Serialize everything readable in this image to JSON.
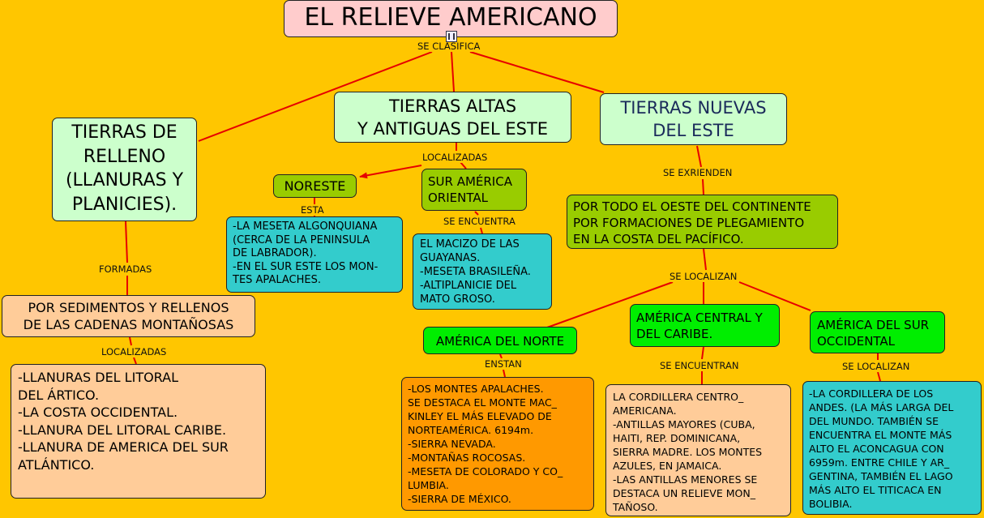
{
  "colors": {
    "background": "#ffc600",
    "title_fill": "#ffcccc",
    "light_green": "#ccffcc",
    "olive": "#99cc00",
    "bright_green": "#00ee00",
    "teal": "#33cccc",
    "peach": "#ffcc99",
    "orange": "#ff9900",
    "link": "#e60000"
  },
  "title": "EL RELIEVE AMERICANO",
  "icon": "map-attachment-icon",
  "connectors": {
    "se_clasifica": "SE CLASIFICA",
    "formadas": "FORMADAS",
    "localizadas_left": "LOCALIZADAS",
    "localizadas_center": "LOCALIZADAS",
    "esta": "ESTA",
    "se_encuentra": "SE ENCUENTRA",
    "se_extienden": "SE EXRIENDEN",
    "se_localizan": "SE LOCALIZAN",
    "enstan": "ENSTAN",
    "se_encuentran": "SE ENCUENTRAN",
    "se_localizan_sur": "SE LOCALIZAN"
  },
  "nodes": {
    "tierras_relleno": "TIERRAS DE\nRELLENO\n(LLANURAS Y\nPLANICIES).",
    "tierras_altas": "TIERRAS ALTAS\nY ANTIGUAS DEL ESTE",
    "tierras_nuevas": "TIERRAS NUEVAS\nDEL ESTE",
    "noreste": "NORESTE",
    "sur_america_oriental": "SUR AMÉRICA\nORIENTAL",
    "sedimentos": "POR SEDIMENTOS Y RELLENOS\nDE LAS CADENAS MONTAÑOSAS",
    "llanuras_list": "-LLANURAS DEL LITORAL\nDEL ÁRTICO.\n-LA COSTA OCCIDENTAL.\n-LLANURA DEL LITORAL CARIBE.\n-LLANURA DE AMERICA DEL SUR\nATLÁNTICO.",
    "meseta_algonquiana": "-LA MESETA ALGONQUIANA\n(CERCA DE LA PENINSULA\nDE LABRADOR).\n-EN EL SUR ESTE LOS MON-\nTES APALACHES.",
    "macizo_guayanas": "EL MACIZO DE LAS\nGUAYANAS.\n-MESETA BRASILEÑA.\n-ALTIPLANICIE DEL\nMATO GROSO.",
    "oeste_continente": "POR TODO EL OESTE DEL CONTINENTE\nPOR FORMACIONES DE PLEGAMIENTO\nEN LA COSTA DEL PACÍFICO.",
    "america_norte": "AMÉRICA DEL NORTE",
    "america_central": "AMÉRICA CENTRAL Y\nDEL CARIBE.",
    "america_sur": "AMÉRICA DEL SUR\nOCCIDENTAL",
    "montes_apalaches": "-LOS MONTES APALACHES.\nSE DESTACA EL MONTE MAC_\nKINLEY EL MÁS ELEVADO DE\nNORTEAMÉRICA. 6194m.\n-SIERRA NEVADA.\n-MONTAÑAS ROCOSAS.\n-MESETA DE COLORADO Y CO_\nLUMBIA.\n-SIERRA DE MÉXICO.",
    "cordillera_centro": "LA CORDILLERA CENTRO_\nAMERICANA.\n-ANTILLAS MAYORES (CUBA,\nHAITI, REP. DOMINICANA,\nSIERRA MADRE. LOS MONTES\nAZULES, EN JAMAICA.\n-LAS ANTILLAS MENORES SE\nDESTACA UN RELIEVE MON_\nTAÑOSO.",
    "cordillera_andes": "-LA CORDILLERA DE LOS\nANDES. (LA MÁS LARGA DEL\nDEL MUNDO. TAMBIÉN SE\nENCUENTRA EL MONTE MÁS\nALTO EL ACONCAGUA CON\n6959m. ENTRE CHILE Y AR_\nGENTINA, TAMBIÉN EL LAGO\nMÁS ALTO EL TITICACA EN\nBOLIBIA."
  }
}
